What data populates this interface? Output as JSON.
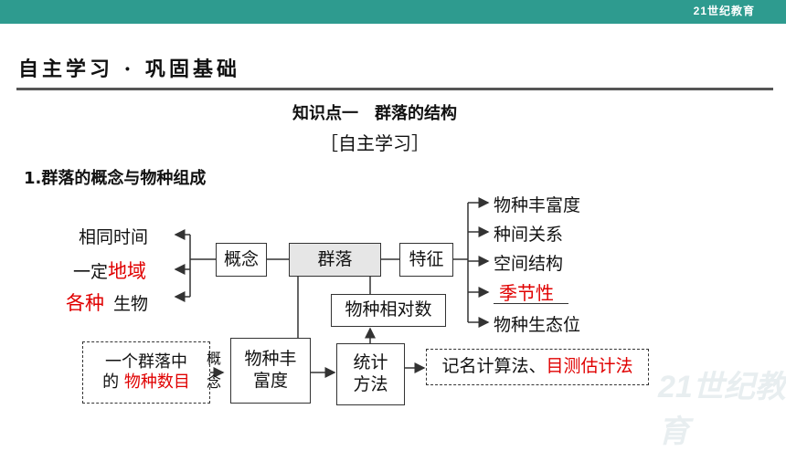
{
  "header": {
    "logo_text": "21世纪教育"
  },
  "section_title": "自主学习 · 巩固基础",
  "knowledge_point": "知识点一　群落的结构",
  "self_study_tag": "［自主学习］",
  "point_title": "1.群落的概念与物种组成",
  "diagram": {
    "center": "群落",
    "concept": "概念",
    "feature": "特征",
    "relative_count": "物种相对数",
    "richness": "物种丰\n富度",
    "stats": "统计\n方法",
    "methods_prefix": "记名计算法、",
    "methods_answer": "目测估计法",
    "left_items": {
      "same_time": "相同时间",
      "place_prefix": "一定",
      "place_answer": "地域",
      "species_answer": "各种",
      "species_suffix": "生物"
    },
    "dashed_def": {
      "line1": "一个群落中",
      "line2_prefix": "的",
      "line2_answer": "物种数目"
    },
    "concept_side": "概\n念",
    "features": [
      "物种丰富度",
      "种间关系",
      "空间结构",
      "季节性",
      "物种生态位"
    ]
  },
  "colors": {
    "topbar": "#2e9b8f",
    "answer": "#e00000",
    "box_fill": "#e6e6e6"
  },
  "watermark": "21世纪教育"
}
